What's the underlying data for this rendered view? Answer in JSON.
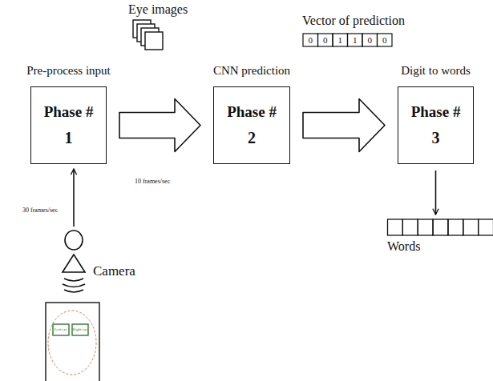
{
  "diagram": {
    "nodes": [
      {
        "text": [
          "Pre-process input",
          "Phase #",
          "1"
        ]
      },
      {
        "text": [
          "CNN prediction",
          "Phase #",
          "2"
        ]
      },
      {
        "text": [
          "Digit to words",
          "Phase #",
          "3"
        ]
      },
      {
        "text": [
          "Camera"
        ]
      },
      {
        "text": [
          "Words"
        ]
      }
    ],
    "edges": [
      {
        "from": 0,
        "to": 1,
        "arrow": "to",
        "label": "10 frames/sec"
      },
      {
        "from": 1,
        "to": 2,
        "arrow": "to"
      },
      {
        "from": 3,
        "to": 0,
        "arrow": "to",
        "label": "30 frames/sec"
      },
      {
        "from": 2,
        "to": 4,
        "arrow": "to"
      }
    ],
    "labels": [
      "Eye images",
      "Vector of prediction",
      "0",
      "0",
      "1",
      "1",
      "0",
      "0",
      "Left eye",
      "Right eye"
    ]
  }
}
